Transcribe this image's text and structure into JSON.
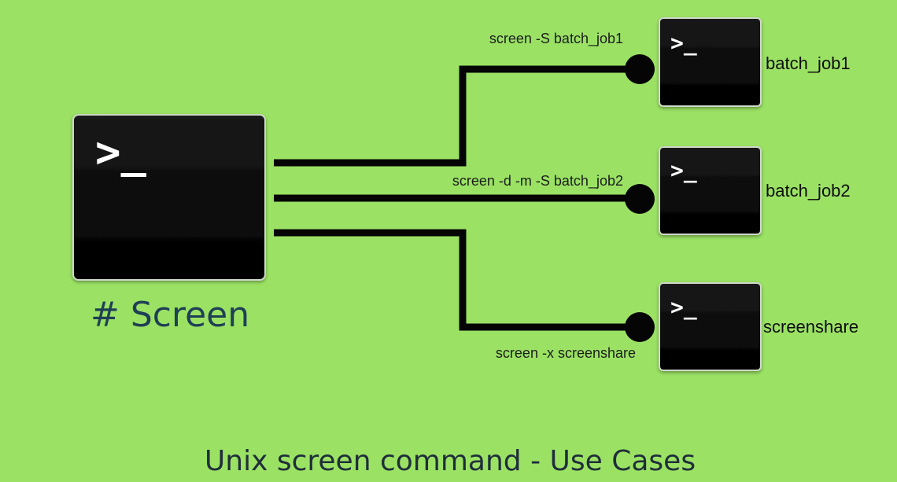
{
  "main_terminal": {
    "icon": "terminal-prompt-icon",
    "prompt": ">_",
    "label": "# Screen"
  },
  "connections": [
    {
      "command": "screen -S batch_job1",
      "session": "batch_job1",
      "icon": "terminal-prompt-icon",
      "prompt": ">_"
    },
    {
      "command": "screen -d -m -S batch_job2",
      "session": "batch_job2",
      "icon": "terminal-prompt-icon",
      "prompt": ">_"
    },
    {
      "command": "screen -x screenshare",
      "session": "screenshare",
      "icon": "terminal-prompt-icon",
      "prompt": ">_"
    }
  ],
  "footer": {
    "title": "Unix screen command - Use Cases"
  },
  "colors": {
    "background": "#9be264",
    "terminal": "#0a0a0a",
    "connector": "#050505",
    "main_label": "#1f3f55"
  }
}
